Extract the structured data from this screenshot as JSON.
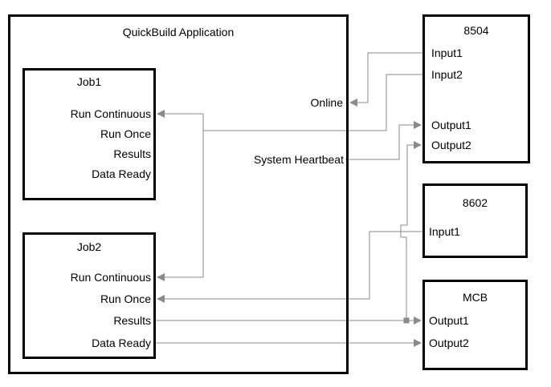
{
  "app": {
    "title": "QuickBuild Application",
    "online_label": "Online",
    "heartbeat_label": "System Heartbeat"
  },
  "job1": {
    "title": "Job1",
    "ports": [
      "Run Continuous",
      "Run Once",
      "Results",
      "Data Ready"
    ]
  },
  "job2": {
    "title": "Job2",
    "ports": [
      "Run Continuous",
      "Run Once",
      "Results",
      "Data Ready"
    ]
  },
  "device_8504": {
    "title": "8504",
    "ports": [
      "Input1",
      "Input2",
      "Output1",
      "Output2"
    ]
  },
  "device_8602": {
    "title": "8602",
    "ports": [
      "Input1"
    ]
  },
  "device_mcb": {
    "title": "MCB",
    "ports": [
      "Output1",
      "Output2"
    ]
  },
  "colors": {
    "background": "#ffffff",
    "box_border": "#000000",
    "wire": "#8a8a8a",
    "text": "#000000"
  },
  "connections": [
    {
      "from": "8504.Input1",
      "to": "QuickBuild.Online",
      "arrow_at": "Online"
    },
    {
      "from": "8504.Input2",
      "to": "RunContinuous-bus"
    },
    {
      "from": "RunContinuous-bus",
      "to": "Job1.Run Continuous",
      "arrow_at": "Job1.Run Continuous"
    },
    {
      "from": "RunContinuous-bus",
      "to": "Job2.Run Continuous",
      "arrow_at": "Job2.Run Continuous"
    },
    {
      "from": "QuickBuild.System Heartbeat",
      "to": "8504.Output1",
      "arrow_at": "8504.Output1"
    },
    {
      "from": "8504.Output2",
      "to": "junction",
      "arrow_at": "8504.Output2"
    },
    {
      "from": "Job2.Results",
      "via": "junction",
      "to": "MCB.Output1",
      "arrow_at": "MCB.Output1"
    },
    {
      "from": "Job2.Data Ready",
      "to": "MCB.Output2",
      "arrow_at": "MCB.Output2"
    },
    {
      "from": "8602.Input1",
      "to": "Job2.Run Once",
      "arrow_at": "Job2.Run Once"
    }
  ]
}
